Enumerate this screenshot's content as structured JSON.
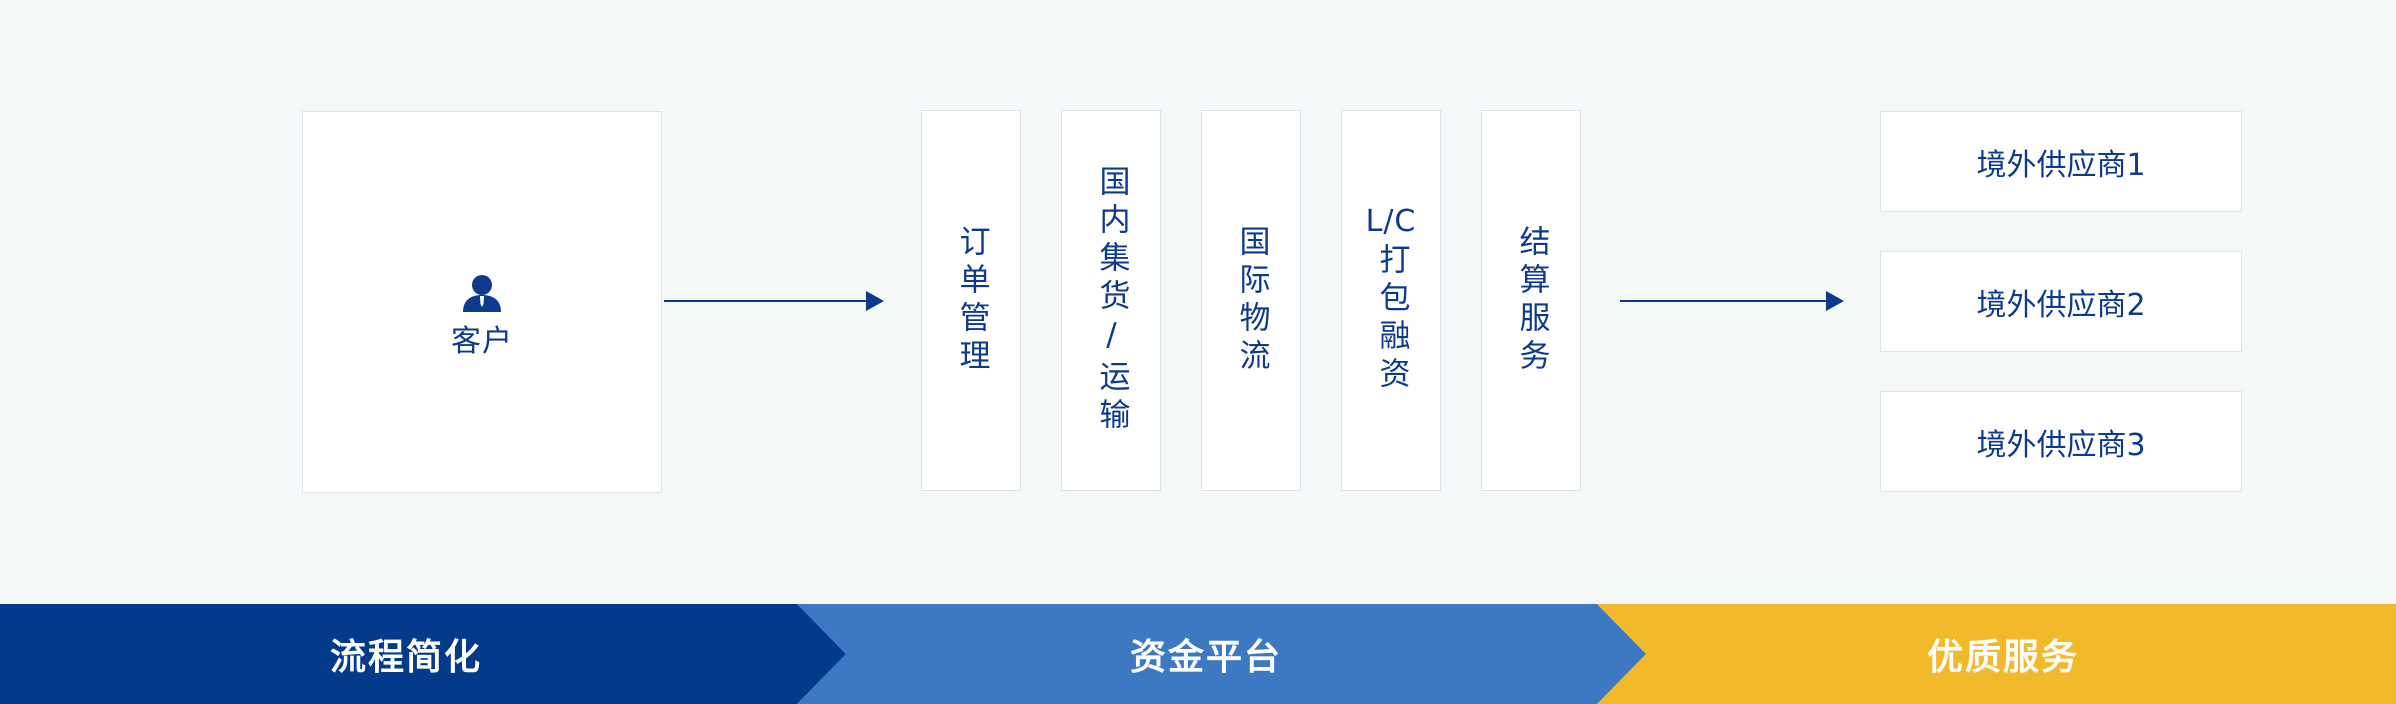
{
  "customer": {
    "icon": "user-icon",
    "label": "客户"
  },
  "services": [
    {
      "label": "订单管理"
    },
    {
      "label": "国内集货/运输"
    },
    {
      "label": "国际物流"
    },
    {
      "label_top": "L/C",
      "label_rest": "打包融资"
    },
    {
      "label": "结算服务"
    }
  ],
  "suppliers": [
    {
      "label": "境外供应商1"
    },
    {
      "label": "境外供应商2"
    },
    {
      "label": "境外供应商3"
    }
  ],
  "banner": [
    {
      "label": "流程简化",
      "color": "#033a8c"
    },
    {
      "label": "资金平台",
      "color": "#3d79c3"
    },
    {
      "label": "优质服务",
      "color": "#f2b92b"
    }
  ],
  "colors": {
    "primary": "#0d3a8c",
    "background": "#f4f8f8"
  }
}
